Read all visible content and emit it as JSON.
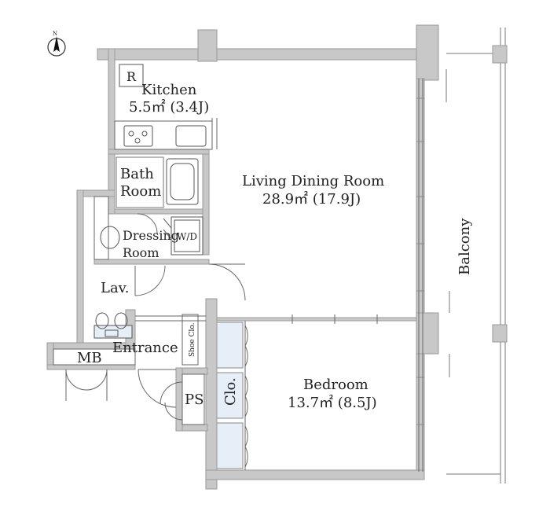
{
  "colors": {
    "wall": "#c8c8c8",
    "wall_edge": "#9a9a9a",
    "line": "#555555",
    "closet_fill": "#e6eef8",
    "text": "#222222"
  },
  "icons": {
    "north": "north-arrow-icon",
    "fridge": "refrigerator-icon",
    "stove": "stove-icon",
    "sink": "sink-icon",
    "bathtub": "bathtub-icon",
    "washer": "washing-machine-icon",
    "basin": "wash-basin-icon",
    "toilet": "toilet-icon"
  },
  "rooms": {
    "kitchen": {
      "name": "Kitchen",
      "area": "5.5㎡ (3.4J)",
      "fridge_mark": "R"
    },
    "bath": {
      "line1": "Bath",
      "line2": "Room"
    },
    "dressing": {
      "line1": "Dressing",
      "line2": "Room",
      "washer": "W/D"
    },
    "living": {
      "name": "Living Dining Room",
      "area": "28.9㎡ (17.9J)"
    },
    "lav": {
      "name": "Lav."
    },
    "entrance": {
      "name": "Entrance",
      "shoe": "Shoe Clo."
    },
    "mb": {
      "name": "MB"
    },
    "ps": {
      "name": "PS"
    },
    "closet": {
      "name": "Clo."
    },
    "bedroom": {
      "name": "Bedroom",
      "area": "13.7㎡ (8.5J)"
    },
    "balcony": {
      "name": "Balcony"
    }
  }
}
